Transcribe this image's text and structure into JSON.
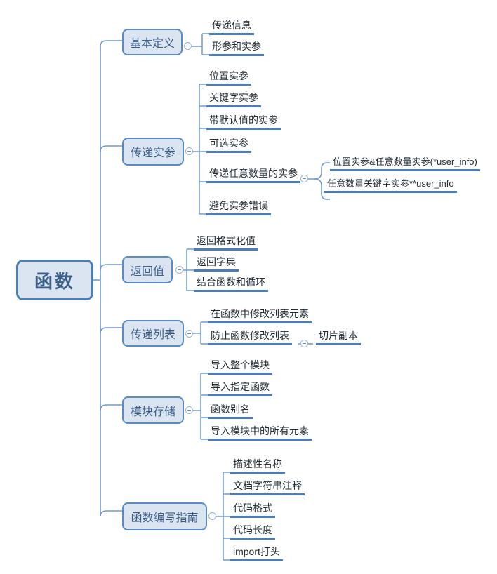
{
  "document": {
    "type": "mind-map",
    "title": "函数",
    "background_color": "#ffffff",
    "accent_color": "#4a7ebb",
    "node_fill_color": "#dbe5f1",
    "node_border_color": "#5b8bc4",
    "text_color": "#1f2a33"
  },
  "root": {
    "label": "函数"
  },
  "branches": [
    {
      "label": "基本定义",
      "toggle": "collapse-toggle",
      "children": [
        {
          "label": "传递信息"
        },
        {
          "label": "形参和实参"
        }
      ]
    },
    {
      "label": "传递实参",
      "toggle": "collapse-toggle",
      "children": [
        {
          "label": "位置实参"
        },
        {
          "label": "关键字实参"
        },
        {
          "label": "带默认值的实参"
        },
        {
          "label": "可选实参"
        },
        {
          "label": "传递任意数量的实参",
          "toggle": "collapse-toggle",
          "children": [
            {
              "label": "位置实参&任意数量实参(*user_info)"
            },
            {
              "label": "任意数量关键字实参**user_info"
            }
          ]
        },
        {
          "label": "避免实参错误"
        }
      ]
    },
    {
      "label": "返回值",
      "toggle": "collapse-toggle",
      "children": [
        {
          "label": "返回格式化值"
        },
        {
          "label": "返回字典"
        },
        {
          "label": "结合函数和循环"
        }
      ]
    },
    {
      "label": "传递列表",
      "toggle": "collapse-toggle",
      "children": [
        {
          "label": "在函数中修改列表元素"
        },
        {
          "label": "防止函数修改列表",
          "toggle": "collapse-toggle",
          "children": [
            {
              "label": "切片副本"
            }
          ]
        }
      ]
    },
    {
      "label": "模块存储",
      "toggle": "collapse-toggle",
      "children": [
        {
          "label": "导入整个模块"
        },
        {
          "label": "导入指定函数"
        },
        {
          "label": "函数别名"
        },
        {
          "label": "导入模块中的所有元素"
        }
      ]
    },
    {
      "label": "函数编写指南",
      "toggle": "collapse-toggle",
      "children": [
        {
          "label": "描述性名称"
        },
        {
          "label": "文档字符串注释"
        },
        {
          "label": "代码格式"
        },
        {
          "label": "代码长度"
        },
        {
          "label": "import打头"
        }
      ]
    }
  ]
}
